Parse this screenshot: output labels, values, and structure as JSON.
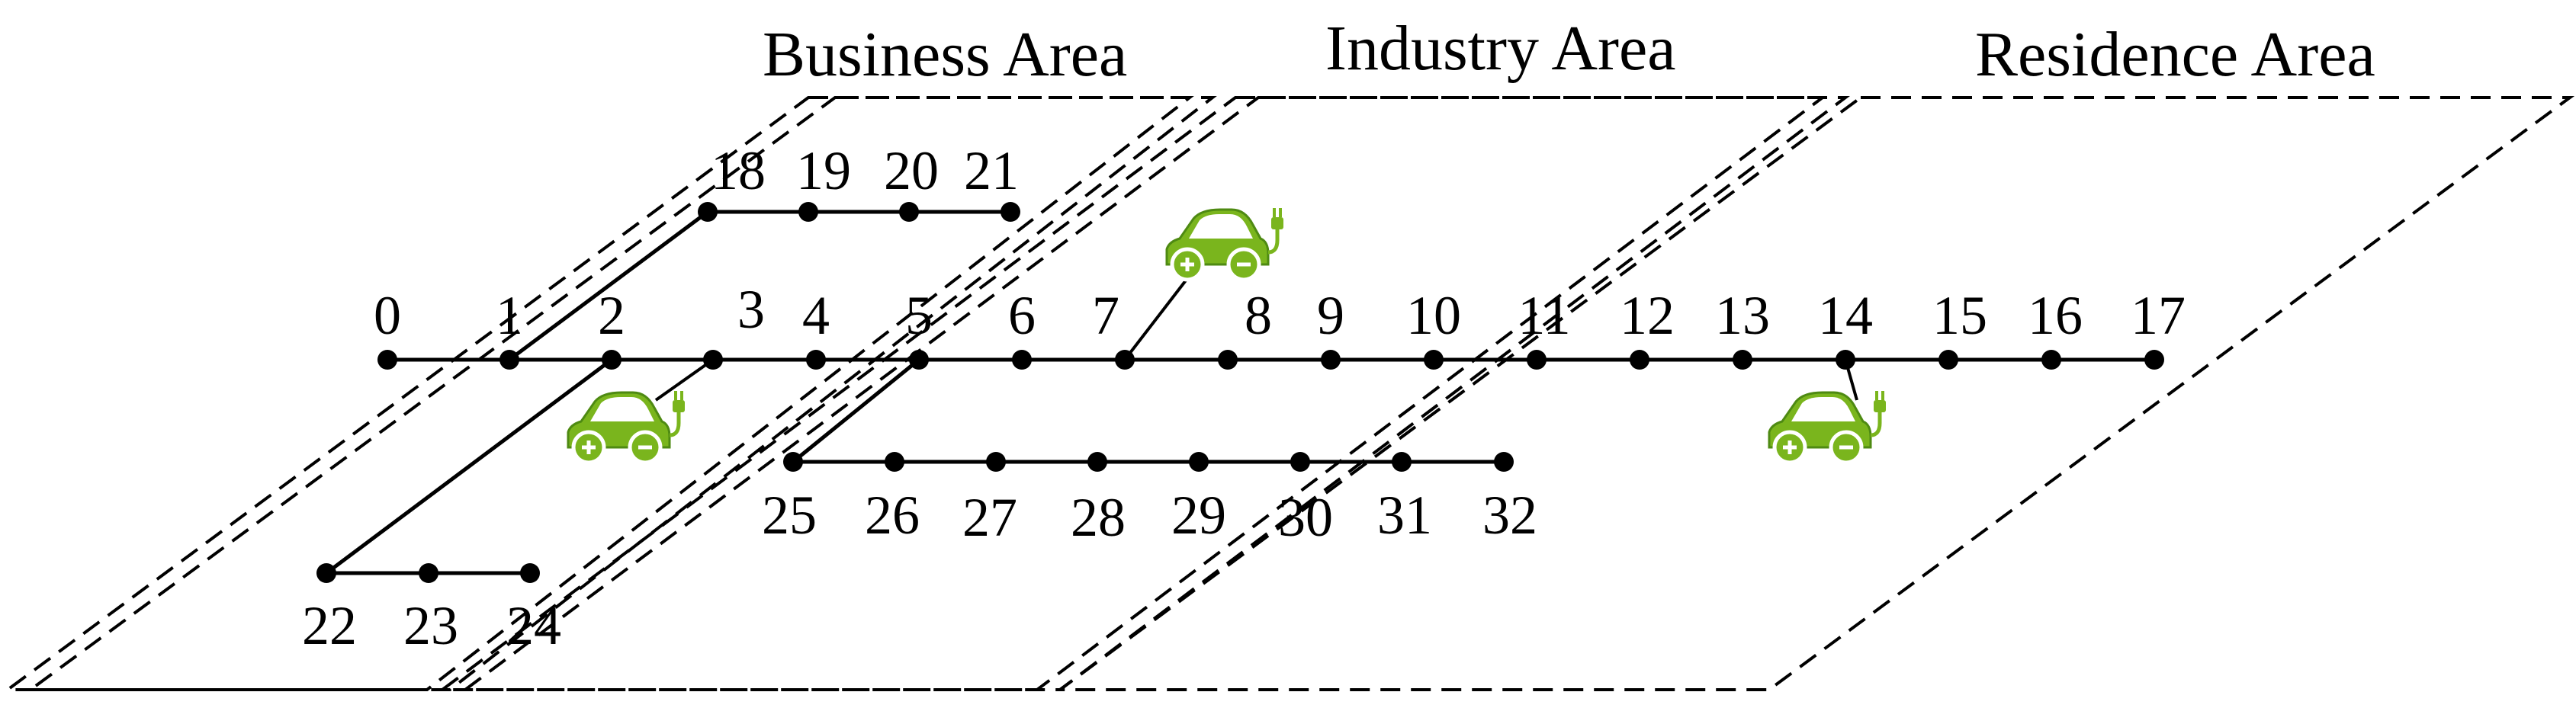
{
  "areas": {
    "business": "Business Area",
    "industry": "Industry Area",
    "residence": "Residence Area"
  },
  "nodes": [
    {
      "id": "0"
    },
    {
      "id": "1"
    },
    {
      "id": "2"
    },
    {
      "id": "3"
    },
    {
      "id": "4"
    },
    {
      "id": "5"
    },
    {
      "id": "6"
    },
    {
      "id": "7"
    },
    {
      "id": "8"
    },
    {
      "id": "9"
    },
    {
      "id": "10"
    },
    {
      "id": "11"
    },
    {
      "id": "12"
    },
    {
      "id": "13"
    },
    {
      "id": "14"
    },
    {
      "id": "15"
    },
    {
      "id": "16"
    },
    {
      "id": "17"
    },
    {
      "id": "18"
    },
    {
      "id": "19"
    },
    {
      "id": "20"
    },
    {
      "id": "21"
    },
    {
      "id": "22"
    },
    {
      "id": "23"
    },
    {
      "id": "24"
    },
    {
      "id": "25"
    },
    {
      "id": "26"
    },
    {
      "id": "27"
    },
    {
      "id": "28"
    },
    {
      "id": "29"
    },
    {
      "id": "30"
    },
    {
      "id": "31"
    },
    {
      "id": "32"
    }
  ],
  "edges": [
    [
      "0",
      "1"
    ],
    [
      "1",
      "2"
    ],
    [
      "2",
      "3"
    ],
    [
      "3",
      "4"
    ],
    [
      "4",
      "5"
    ],
    [
      "5",
      "6"
    ],
    [
      "6",
      "7"
    ],
    [
      "7",
      "8"
    ],
    [
      "8",
      "9"
    ],
    [
      "9",
      "10"
    ],
    [
      "10",
      "11"
    ],
    [
      "11",
      "12"
    ],
    [
      "12",
      "13"
    ],
    [
      "13",
      "14"
    ],
    [
      "14",
      "15"
    ],
    [
      "15",
      "16"
    ],
    [
      "16",
      "17"
    ],
    [
      "1",
      "18"
    ],
    [
      "18",
      "19"
    ],
    [
      "19",
      "20"
    ],
    [
      "20",
      "21"
    ],
    [
      "2",
      "22"
    ],
    [
      "22",
      "23"
    ],
    [
      "23",
      "24"
    ],
    [
      "5",
      "25"
    ],
    [
      "25",
      "26"
    ],
    [
      "26",
      "27"
    ],
    [
      "27",
      "28"
    ],
    [
      "28",
      "29"
    ],
    [
      "29",
      "30"
    ],
    [
      "30",
      "31"
    ],
    [
      "31",
      "32"
    ]
  ],
  "ev_chargers": [
    {
      "node": "3",
      "icon": "ev-car-icon",
      "color": "#7ab51d"
    },
    {
      "node": "7",
      "icon": "ev-car-icon",
      "color": "#7ab51d"
    },
    {
      "node": "14",
      "icon": "ev-car-icon",
      "color": "#7ab51d"
    }
  ],
  "colors": {
    "line": "#000000",
    "node": "#000000",
    "ev_green": "#7ab51d",
    "ev_dark": "#4e8a12"
  }
}
